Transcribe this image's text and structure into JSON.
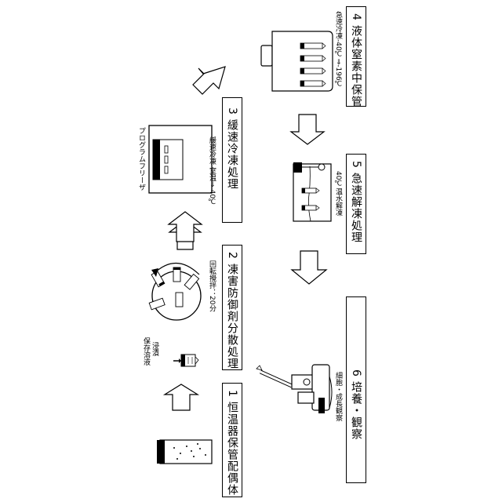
{
  "steps": [
    {
      "label": "1 恒温器保管配偶体"
    },
    {
      "label": "2 凍害防御剤分散処理",
      "note": "回転攪拌：20分"
    },
    {
      "label": "3 緩速冷凍処理",
      "note": "緩速冷凍 室温⇒-40℃",
      "device": "プログラムフリーザ"
    },
    {
      "label": "4 液体窒素中保管",
      "note": "急速冷凍-40℃⇒-196℃"
    },
    {
      "label": "5 急速解凍処理",
      "note": "40℃温水解凍"
    },
    {
      "label": "6 培養・観察",
      "note": "細胞・成長観察"
    }
  ],
  "annotations": {
    "solution": "保存溶液",
    "immersion": "浸漬"
  }
}
